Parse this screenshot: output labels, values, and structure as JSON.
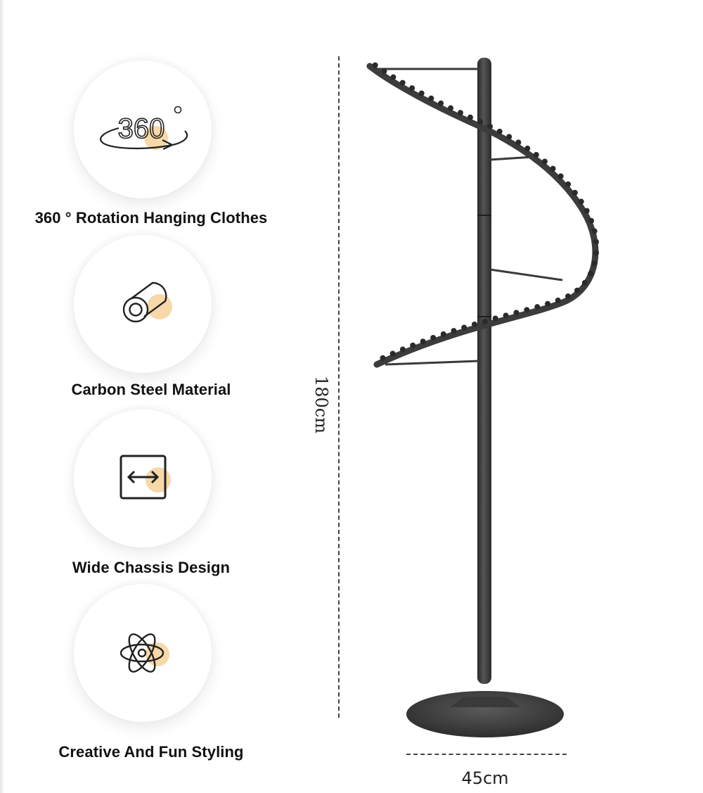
{
  "features": [
    {
      "icon": "rotation-360-icon",
      "icon_text": "360",
      "label": "360 ° Rotation Hanging Clothes"
    },
    {
      "icon": "steel-roll-icon",
      "label": "Carbon Steel Material"
    },
    {
      "icon": "wide-arrows-icon",
      "label": "Wide Chassis Design"
    },
    {
      "icon": "atom-icon",
      "label": "Creative And Fun Styling"
    }
  ],
  "dimensions": {
    "height": "180cm",
    "width": "45cm"
  },
  "colors": {
    "accent": "#f7d8a8",
    "icon_stroke": "#222222",
    "product": "#3a3a3a"
  }
}
